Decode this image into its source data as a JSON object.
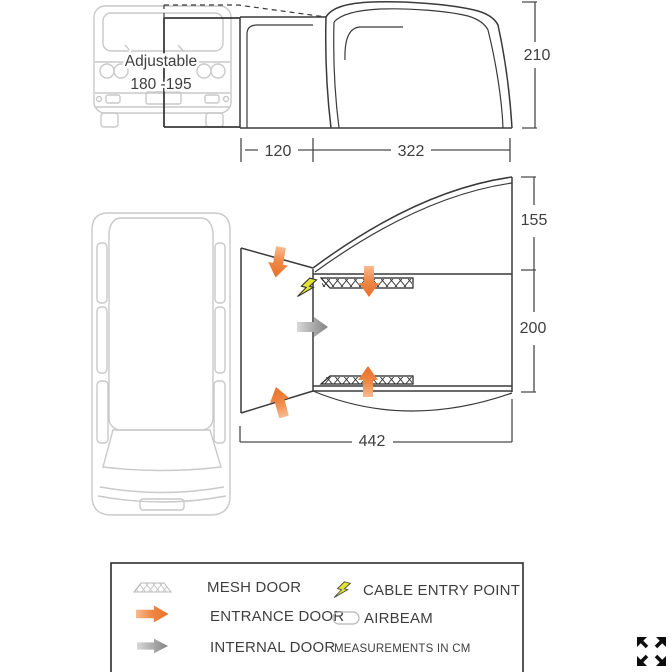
{
  "side_view": {
    "adjustable_line1": "Adjustable",
    "adjustable_line2": "180 -195",
    "awning_height_cm": "210",
    "tunnel_depth_cm": "120",
    "awning_depth_cm": "322"
  },
  "floor_plan": {
    "porch_width_cm": "155",
    "main_width_cm": "200",
    "total_length_cm": "442"
  },
  "legend": {
    "mesh_door": "MESH DOOR",
    "entrance_door": "ENTRANCE DOOR",
    "internal_door": "INTERNAL DOOR",
    "cable_entry_point": "CABLE ENTRY POINT",
    "airbeam": "AIRBEAM",
    "note": "MEASUREMENTS IN CM"
  },
  "icons": {
    "mesh_door": "mesh-hatch-swatch",
    "entrance_door": "orange-block-arrow",
    "internal_door": "gray-block-arrow",
    "cable_entry_point": "lightning-bolt",
    "airbeam": "pill-outline",
    "fullscreen": "expand-arrows"
  },
  "colors": {
    "line": "#3a3a3a",
    "van_outline": "#c9c9c9",
    "entrance_arrow": "#e8702a",
    "internal_arrow": "#858585",
    "cable_bolt": "#e3e42f",
    "text": "#3f3f3f"
  }
}
